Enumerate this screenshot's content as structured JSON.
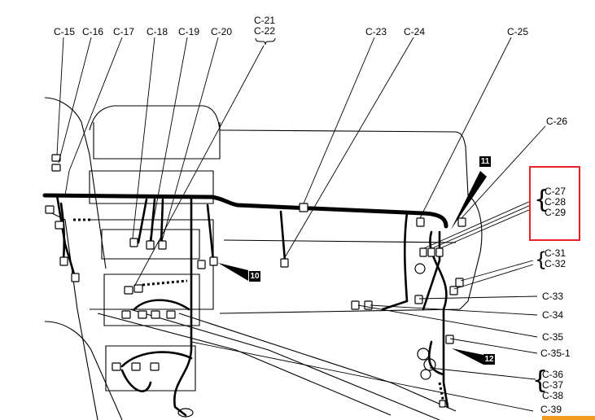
{
  "labels": {
    "c15": "C-15",
    "c16": "C-16",
    "c17": "C-17",
    "c18": "C-18",
    "c19": "C-19",
    "c20": "C-20",
    "c21": "C-21",
    "c22": "C-22",
    "c23": "C-23",
    "c24": "C-24",
    "c25": "C-25",
    "c26": "C-26",
    "c27": "C-27",
    "c28": "C-28",
    "c29": "C-29",
    "c31": "C-31",
    "c32": "C-32",
    "c33": "C-33",
    "c34": "C-34",
    "c35": "C-35",
    "c35_1": "C-35-1",
    "c36": "C-36",
    "c37": "C-37",
    "c38": "C-38",
    "c39": "C-39"
  },
  "badges": {
    "b11": "11",
    "b10": "10",
    "b12": "12"
  },
  "colors": {
    "line": "#000000",
    "highlight": "#e8222b",
    "accent": "#f29a1d",
    "background": "#ffffff"
  }
}
